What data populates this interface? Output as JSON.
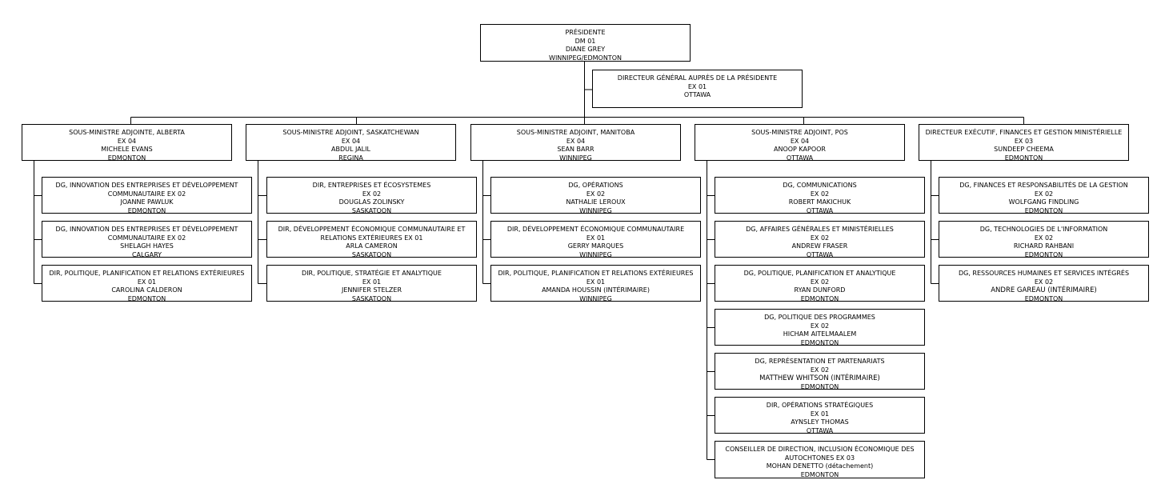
{
  "president": {
    "title": "PRÉSIDENTE",
    "level": "DM   01",
    "name": "DIANE GREY",
    "location": "WINNIPEG/EDMONTON"
  },
  "chief_of_staff": {
    "title": "DIRECTEUR GÉNÉRAL AUPRÈS DE LA PRÉSIDENTE",
    "level": "EX   01",
    "name": "",
    "location": "OTTAWA"
  },
  "columns": [
    {
      "head": {
        "title": "SOUS-MINISTRE ADJOINTE, ALBERTA",
        "level": "EX   04",
        "name": "MICHELE EVANS",
        "location": "EDMONTON"
      },
      "children": [
        {
          "title": "DG, INNOVATION DES ENTREPRISES ET DÉVELOPPEMENT COMMUNAUTAIRE",
          "level": "EX   02",
          "name": "JOANNE PAWLUK",
          "location": "EDMONTON"
        },
        {
          "title": "DG, INNOVATION DES ENTREPRISES ET DÉVELOPPEMENT COMMUNAUTAIRE",
          "level": "EX   02",
          "name": "SHELAGH HAYES",
          "location": "CALGARY"
        },
        {
          "title": "DIR, POLITIQUE, PLANIFICATION ET RELATIONS EXTÉRIEURES",
          "level": "EX   01",
          "name": "CAROLINA CALDERON",
          "location": "EDMONTON"
        }
      ]
    },
    {
      "head": {
        "title": "SOUS-MINISTRE ADJOINT, SASKATCHEWAN",
        "level": "EX   04",
        "name": "ABDUL JALIL",
        "location": "REGINA"
      },
      "children": [
        {
          "title": "DIR, ENTREPRISES ET ÉCOSYSTEMES",
          "level": "EX   02",
          "name": "DOUGLAS ZOLINSKY",
          "location": "SASKATOON"
        },
        {
          "title": "DIR, DÉVELOPPEMENT ÉCONOMIQUE COMMUNAUTAIRE ET RELATIONS EXTÉRIEURES",
          "level": "EX   01",
          "name": "ARLA CAMERON",
          "location": "SASKATOON"
        },
        {
          "title": "DIR, POLITIQUE, STRATÉGIE ET ANALYTIQUE",
          "level": "EX   01",
          "name": "JENNIFER STELZER",
          "location": "SASKATOON"
        }
      ]
    },
    {
      "head": {
        "title": "SOUS-MINISTRE ADJOINT, MANITOBA",
        "level": "EX   04",
        "name": "SEAN BARR",
        "location": "WINNIPEG"
      },
      "children": [
        {
          "title": "DG, OPÉRATIONS",
          "level": "EX   02",
          "name": "NATHALIE LEROUX",
          "location": "WINNIPEG"
        },
        {
          "title": "DIR, DÉVELOPPEMENT ÉCONOMIQUE COMMUNAUTAIRE",
          "level": "EX   01",
          "name": "GERRY MARQUES",
          "location": "WINNIPEG"
        },
        {
          "title": "DIR, POLITIQUE, PLANIFICATION ET RELATIONS EXTÉRIEURES",
          "level": "EX   01",
          "name": "AMANDA HOUSSIN (INTÉRIMAIRE)",
          "location": "WINNIPEG"
        }
      ]
    },
    {
      "head": {
        "title": "SOUS-MINISTRE ADJOINT, POS",
        "level": "EX   04",
        "name": "ANOOP KAPOOR",
        "location": "OTTAWA"
      },
      "children": [
        {
          "title": "DG, COMMUNICATIONS",
          "level": "EX   02",
          "name": "ROBERT MAKICHUK",
          "location": "OTTAWA"
        },
        {
          "title": "DG, AFFAIRES GÉNÉRALES ET MINISTÉRIELLES",
          "level": "EX   02",
          "name": "ANDREW FRASER",
          "location": "OTTAWA"
        },
        {
          "title": "DG, POLITIQUE, PLANIFICATION ET ANALYTIQUE",
          "level": "EX   02",
          "name": "RYAN DUNFORD",
          "location": "EDMONTON"
        },
        {
          "title": "DG, POLITIQUE DES PROGRAMMES",
          "level": "EX   02",
          "name": "HICHAM AITELMAALEM",
          "location": "EDMONTON"
        },
        {
          "title": "DG, REPRÉSENTATION ET PARTENARIATS",
          "level": "EX   02",
          "name": "MATTHEW WHITSON (INTÉRIMAIRE)",
          "location": "EDMONTON"
        },
        {
          "title": "DIR, OPÉRATIONS STRATÉGIQUES",
          "level": "EX   01",
          "name": "AYNSLEY THOMAS",
          "location": "OTTAWA"
        },
        {
          "title": "CONSEILLER DE DIRECTION, INCLUSION ÉCONOMIQUE DES AUTOCHTONES",
          "level": "EX   03",
          "name": "MOHAN DENETTO (détachement)",
          "location": "EDMONTON"
        }
      ]
    },
    {
      "head": {
        "title": "DIRECTEUR EXÉCUTIF, FINANCES ET GESTION MINISTÉRIELLE",
        "level": "EX   03",
        "name": "SUNDEEP CHEEMA",
        "location": "EDMONTON"
      },
      "children": [
        {
          "title": "DG, FINANCES ET RESPONSABILITÉS DE LA GESTION",
          "level": "EX   02",
          "name": "WOLFGANG FINDLING",
          "location": "EDMONTON"
        },
        {
          "title": "DG, TECHNOLOGIES DE L'INFORMATION",
          "level": "EX   02",
          "name": "RICHARD RAHBANI",
          "location": "EDMONTON"
        },
        {
          "title": "DG, RESSOURCES HUMAINES ET SERVICES INTÉGRÉS",
          "level": "EX   02",
          "name": "ANDRE GAREAU (INTÉRIMAIRE)",
          "location": "EDMONTON"
        }
      ]
    }
  ]
}
